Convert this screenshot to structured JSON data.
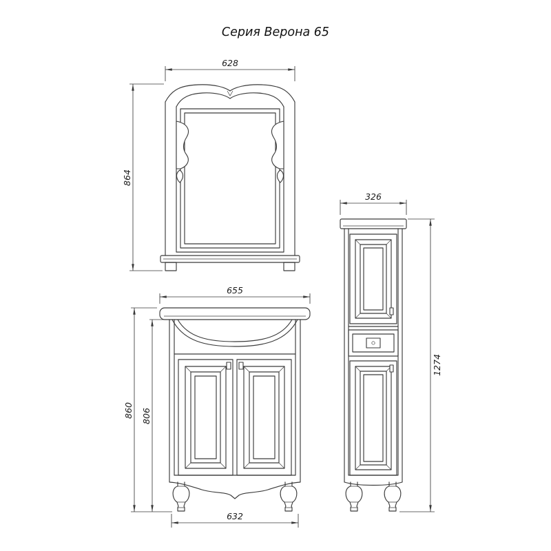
{
  "title": "Серия Верона 65",
  "dimensions": {
    "mirror": {
      "width": "628",
      "height": "864"
    },
    "vanity": {
      "top_width": "655",
      "overall_height": "860",
      "body_height": "806",
      "bottom_width": "632"
    },
    "cabinet": {
      "width": "326",
      "height": "1274"
    }
  },
  "colors": {
    "line": "#3a3a3a",
    "text": "#1c1c1c",
    "background": "#ffffff"
  }
}
